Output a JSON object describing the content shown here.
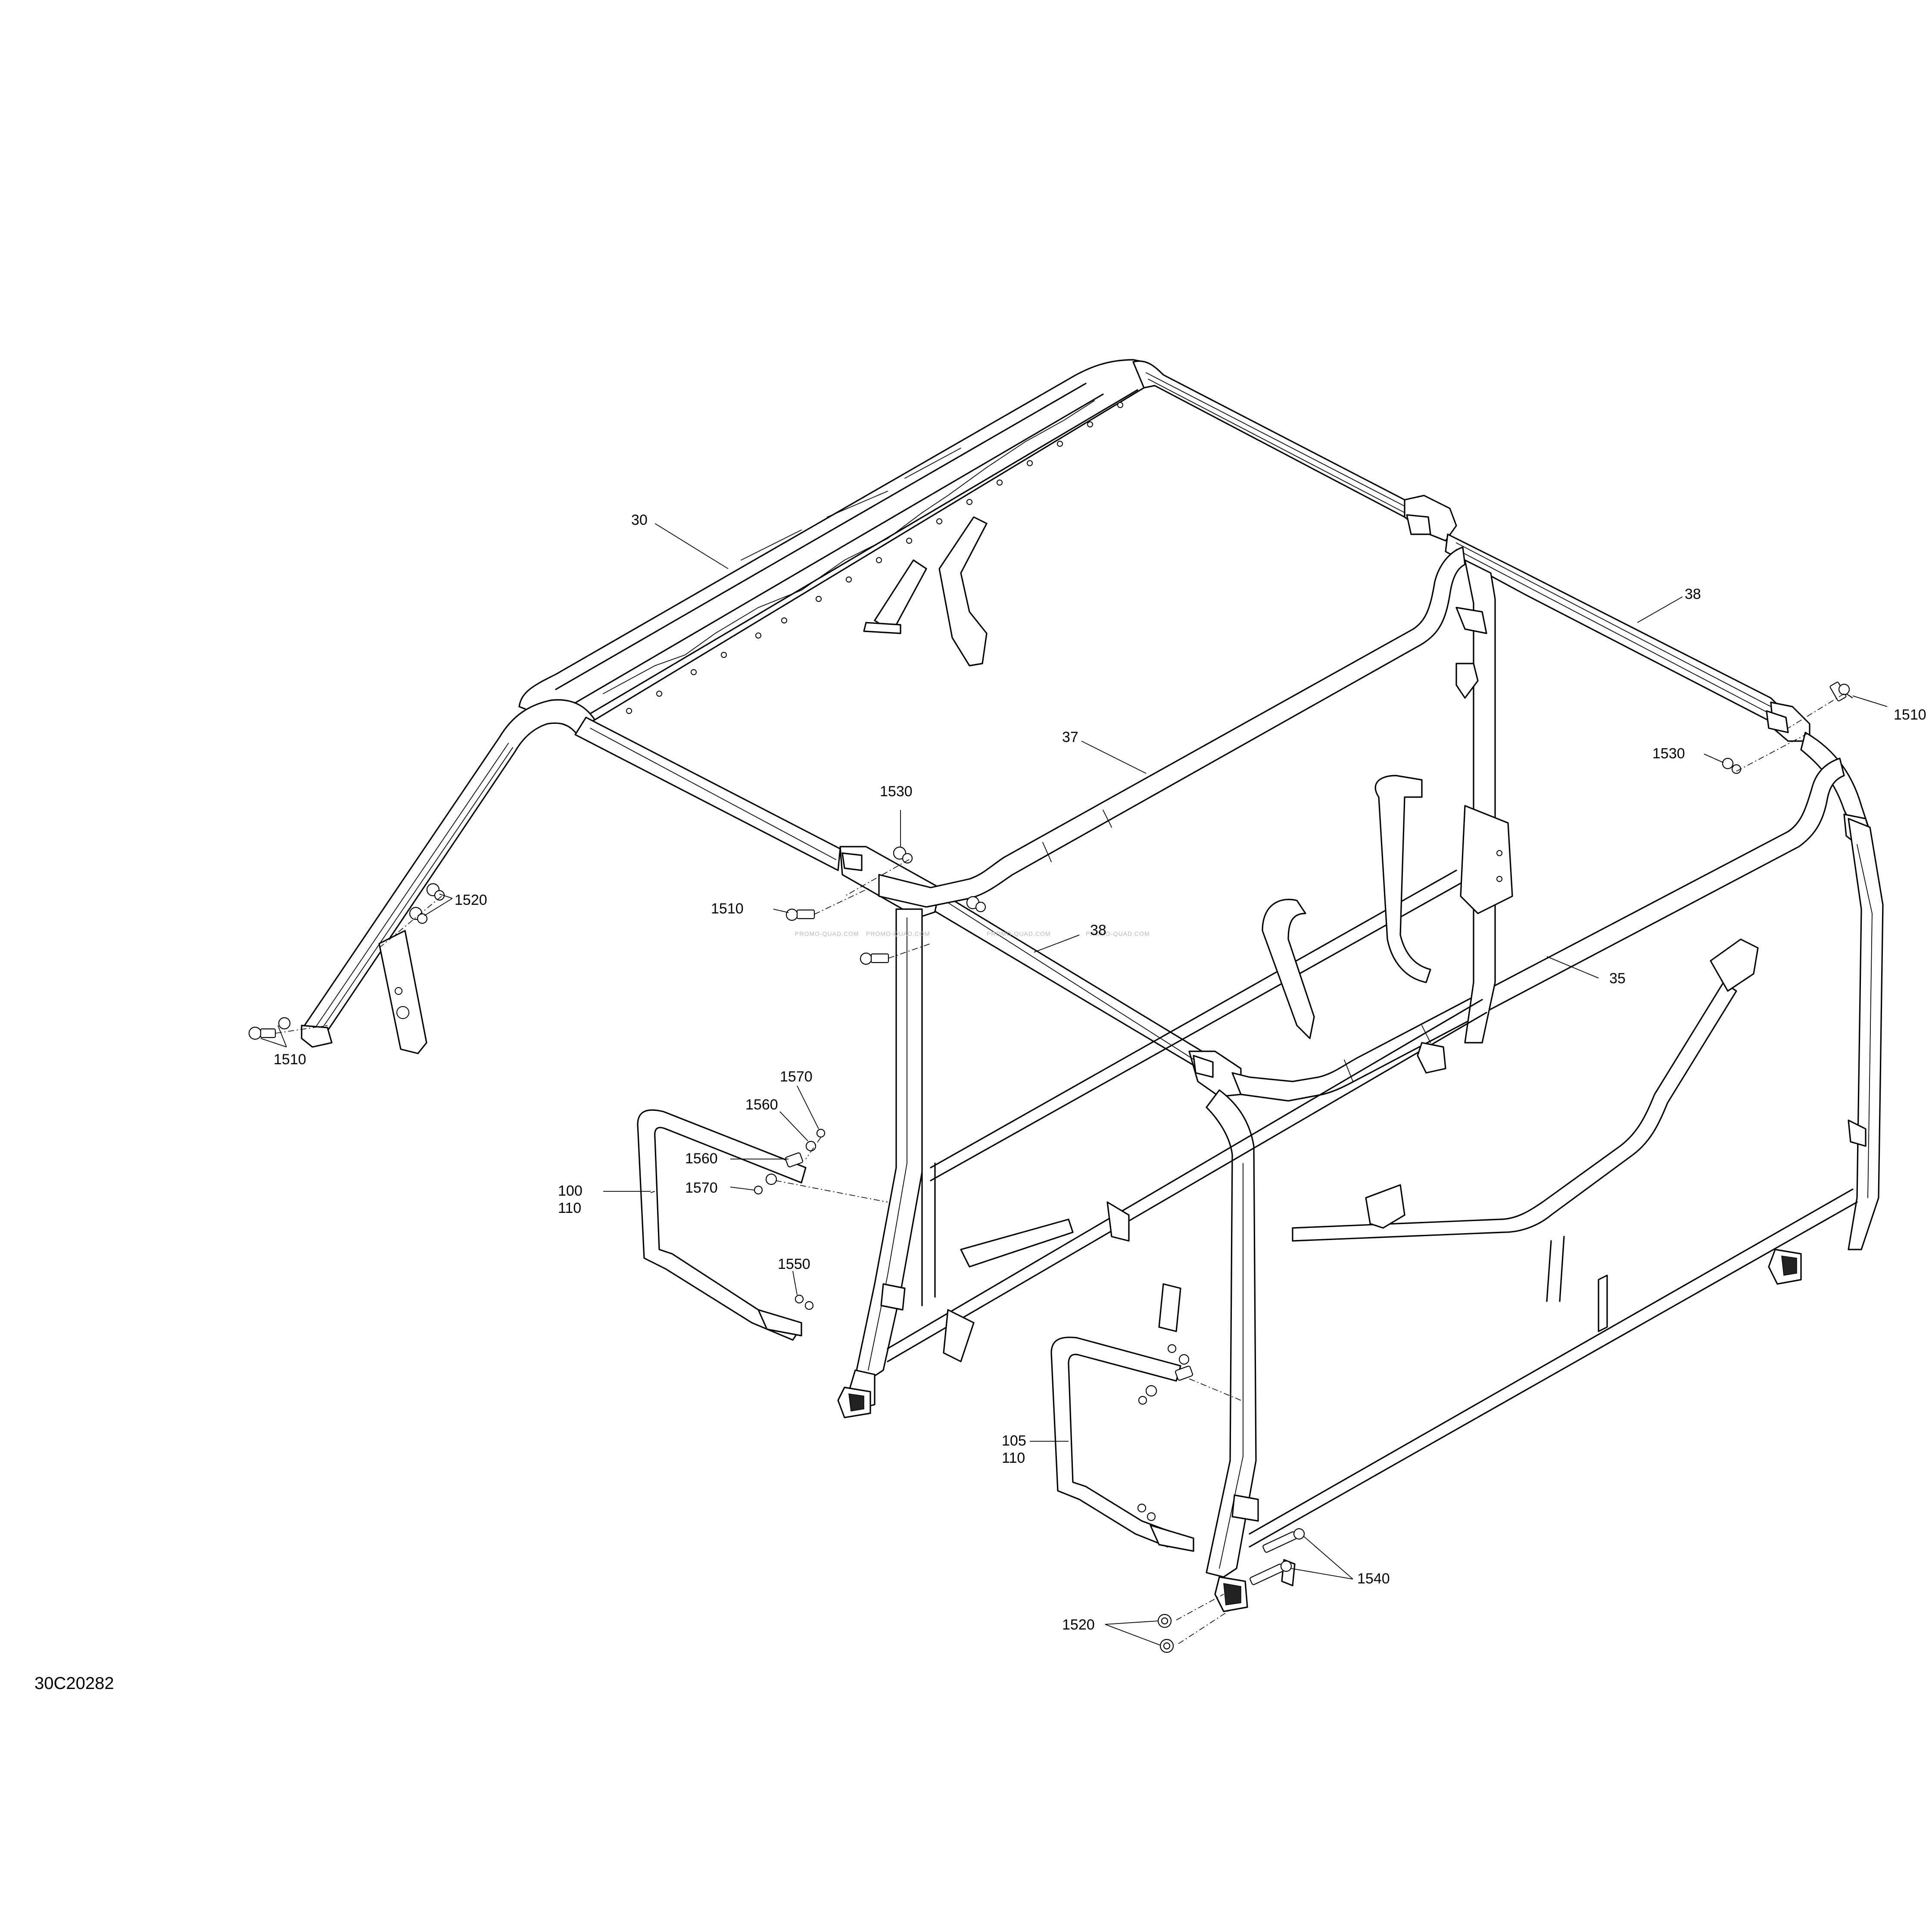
{
  "diagram_id": "30C20282",
  "watermark": "PROMO-QUAD.COM",
  "callouts": [
    {
      "key": "c30",
      "text": "30"
    },
    {
      "key": "c37",
      "text": "37"
    },
    {
      "key": "c38a",
      "text": "38"
    },
    {
      "key": "c38b",
      "text": "38"
    },
    {
      "key": "c35",
      "text": "35"
    },
    {
      "key": "c1510a",
      "text": "1510"
    },
    {
      "key": "c1510b",
      "text": "1510"
    },
    {
      "key": "c1510c",
      "text": "1510"
    },
    {
      "key": "c1520a",
      "text": "1520"
    },
    {
      "key": "c1520b",
      "text": "1520"
    },
    {
      "key": "c1530a",
      "text": "1530"
    },
    {
      "key": "c1530b",
      "text": "1530"
    },
    {
      "key": "c1540",
      "text": "1540"
    },
    {
      "key": "c1550",
      "text": "1550"
    },
    {
      "key": "c1560a",
      "text": "1560"
    },
    {
      "key": "c1560b",
      "text": "1560"
    },
    {
      "key": "c1570a",
      "text": "1570"
    },
    {
      "key": "c1570b",
      "text": "1570"
    },
    {
      "key": "c100",
      "text": "100"
    },
    {
      "key": "c110a",
      "text": "110"
    },
    {
      "key": "c105",
      "text": "105"
    },
    {
      "key": "c110b",
      "text": "110"
    }
  ]
}
